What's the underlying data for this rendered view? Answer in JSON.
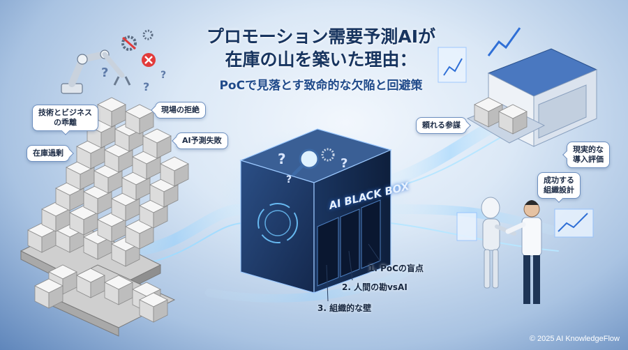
{
  "title": {
    "line1": "プロモーション需要予測AIが",
    "line2": "在庫の山を築いた理由：",
    "subtitle": "PoCで見落とす致命的な欠陥と回避策"
  },
  "bubbles": {
    "tech_business_gap": "技術とビジネス\nの乖離",
    "field_rejection": "現場の拒絶",
    "ai_forecast_failure": "AI予測失敗",
    "excess_inventory": "在庫過剰",
    "trusted_advisor": "頼れる参謀",
    "realistic_evaluation": "現実的な\n導入評価",
    "successful_org_design": "成功する\n組織設計"
  },
  "blackbox": {
    "label": "AI BLACK BOX"
  },
  "causes": [
    "1. PoCの盲点",
    "2. 人間の勘vsAI",
    "3. 組織的な壁"
  ],
  "copyright": "© 2025 AI KnowledgeFlow",
  "colors": {
    "title": "#17345f",
    "accent_blue": "#2f6fd6",
    "glow": "#8fd0ff",
    "error_red": "#e23b3b"
  },
  "icons": [
    "robot-arm-icon",
    "gear-icon",
    "error-x-icon",
    "magnifier-icon",
    "warehouse-icon",
    "robot-icon",
    "person-icon",
    "chart-icon"
  ]
}
